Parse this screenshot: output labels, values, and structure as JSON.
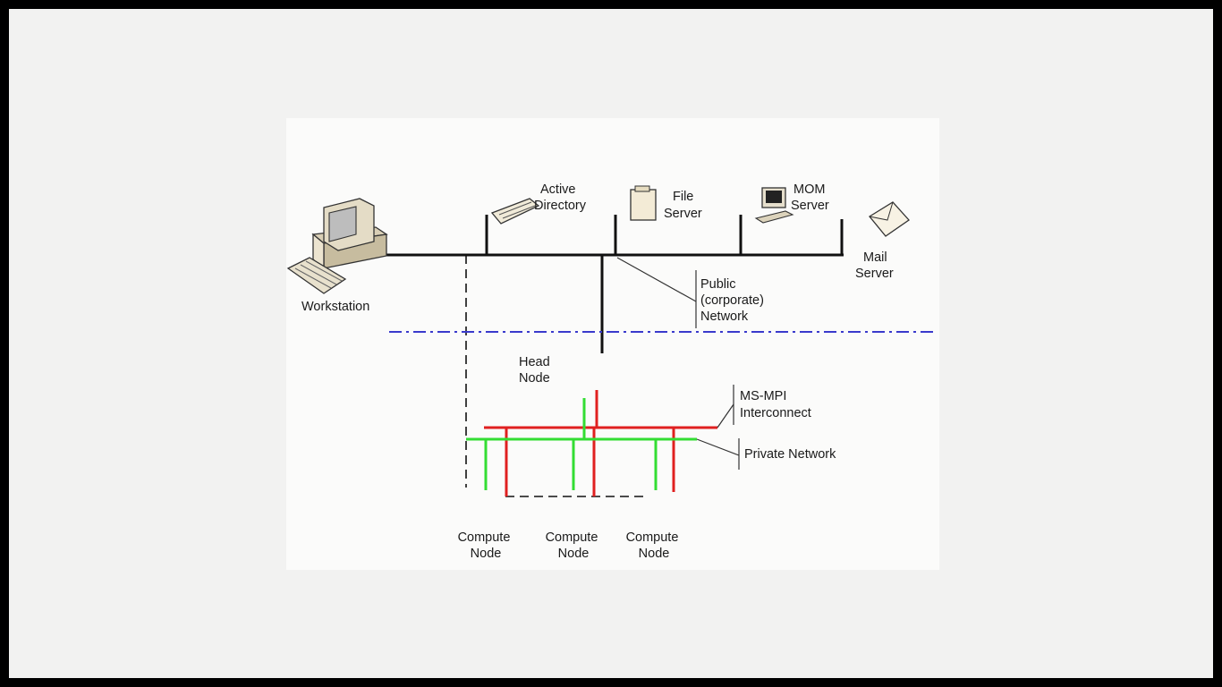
{
  "diagram": {
    "servers": {
      "active_directory": [
        "Active",
        "Directory"
      ],
      "file_server": [
        "File",
        "Server"
      ],
      "mom_server": [
        "MOM",
        "Server"
      ],
      "mail_server": [
        "Mail",
        "Server"
      ]
    },
    "workstation": "Workstation",
    "head_node": [
      "Head",
      "Node"
    ],
    "compute_nodes": [
      [
        "Compute",
        "Node"
      ],
      [
        "Compute",
        "Node"
      ],
      [
        "Compute",
        "Node"
      ]
    ],
    "networks": {
      "public": [
        "Public",
        "(corporate)",
        "Network"
      ],
      "mpi": [
        "MS-MPI",
        "Interconnect"
      ],
      "private": "Private Network"
    },
    "colors": {
      "public_network": "#111111",
      "mpi_interconnect": "#e02020",
      "private_network": "#33dd33",
      "boundary": "#3a3acc"
    }
  }
}
